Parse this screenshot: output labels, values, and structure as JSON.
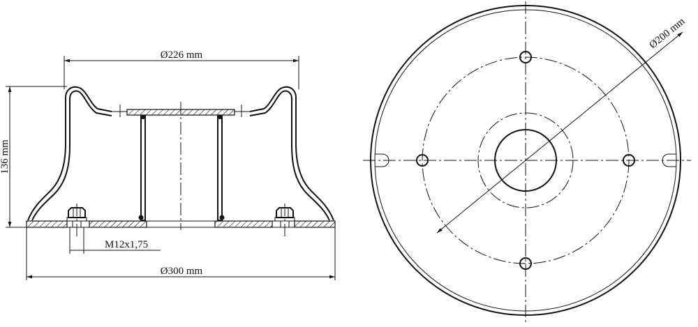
{
  "drawing": {
    "side_view": {
      "top_diameter": "Ø226 mm",
      "height": "136 mm",
      "thread": "M12x1,75",
      "base_diameter": "Ø300 mm"
    },
    "top_view": {
      "bolt_circle_diameter": "Ø200 mm"
    }
  }
}
